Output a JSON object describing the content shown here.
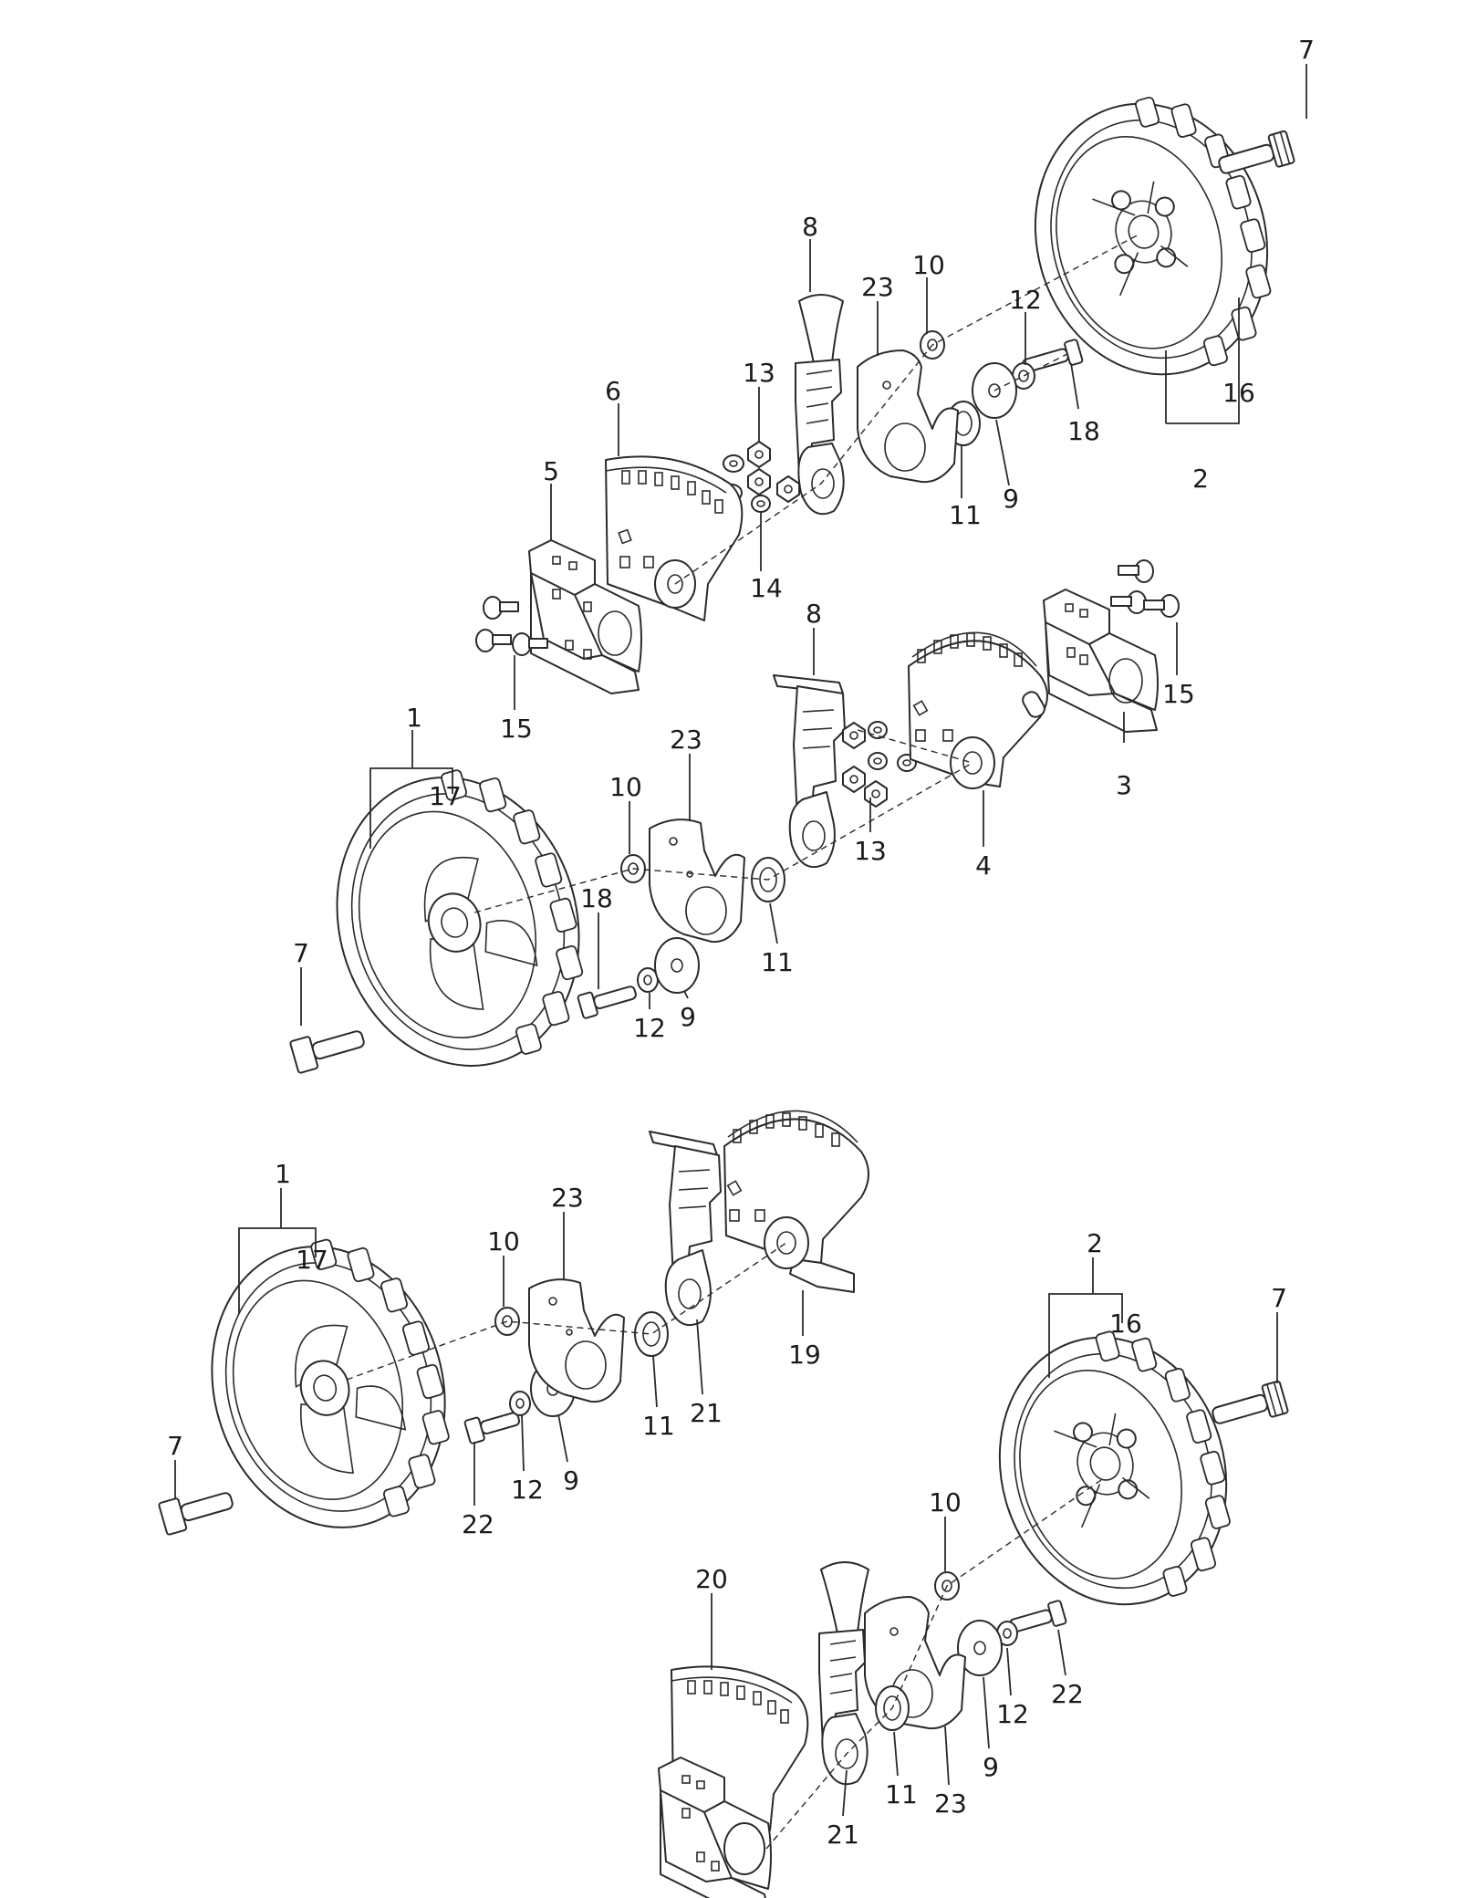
{
  "diagram": {
    "callouts": [
      {
        "text": "7"
      },
      {
        "text": "8"
      },
      {
        "text": "23"
      },
      {
        "text": "10"
      },
      {
        "text": "12"
      },
      {
        "text": "16"
      },
      {
        "text": "2"
      },
      {
        "text": "13"
      },
      {
        "text": "6"
      },
      {
        "text": "5"
      },
      {
        "text": "14"
      },
      {
        "text": "11"
      },
      {
        "text": "9"
      },
      {
        "text": "18"
      },
      {
        "text": "15"
      },
      {
        "text": "8"
      },
      {
        "text": "15"
      },
      {
        "text": "3"
      },
      {
        "text": "1"
      },
      {
        "text": "17"
      },
      {
        "text": "23"
      },
      {
        "text": "10"
      },
      {
        "text": "18"
      },
      {
        "text": "12"
      },
      {
        "text": "9"
      },
      {
        "text": "11"
      },
      {
        "text": "13"
      },
      {
        "text": "4"
      },
      {
        "text": "7"
      },
      {
        "text": "1"
      },
      {
        "text": "17"
      },
      {
        "text": "23"
      },
      {
        "text": "10"
      },
      {
        "text": "7"
      },
      {
        "text": "22"
      },
      {
        "text": "12"
      },
      {
        "text": "9"
      },
      {
        "text": "11"
      },
      {
        "text": "21"
      },
      {
        "text": "19"
      },
      {
        "text": "2"
      },
      {
        "text": "16"
      },
      {
        "text": "7"
      },
      {
        "text": "10"
      },
      {
        "text": "20"
      },
      {
        "text": "22"
      },
      {
        "text": "12"
      },
      {
        "text": "9"
      },
      {
        "text": "11"
      },
      {
        "text": "23"
      },
      {
        "text": "21"
      }
    ]
  }
}
